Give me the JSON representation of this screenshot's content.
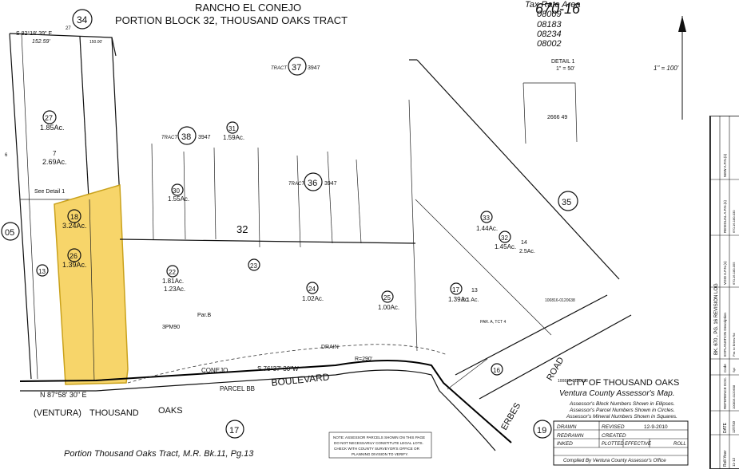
{
  "header": {
    "line1": "RANCHO EL CONEJO",
    "line2": "PORTION BLOCK 32, THOUSAND OAKS TRACT",
    "page_number": "670-16",
    "tax_rate_area_label": "Tax Rate Area",
    "tax_rate_areas": [
      "08009",
      "08183",
      "08234",
      "08002"
    ],
    "scale": "1\" = 100'"
  },
  "detail": {
    "title": "DETAIL 1",
    "scale": "1\" = 50'",
    "see_detail": "See Detail 1"
  },
  "blocks": [
    {
      "id": "34"
    },
    {
      "id": "37"
    },
    {
      "id": "38"
    },
    {
      "id": "36"
    },
    {
      "id": "35"
    },
    {
      "id": "05"
    },
    {
      "id": "17"
    },
    {
      "id": "19"
    }
  ],
  "tracts": [
    {
      "label": "TRACT",
      "number": "3947"
    },
    {
      "label": "TRACT",
      "number": "3947"
    },
    {
      "label": "TRACT",
      "number": "3947"
    }
  ],
  "parcels": [
    {
      "id": "27",
      "acres": "1.85Ac."
    },
    {
      "id": "7",
      "acres": "2.69Ac."
    },
    {
      "id": "18",
      "acres": "3.24Ac."
    },
    {
      "id": "26",
      "acres": "1.39Ac."
    },
    {
      "id": "13",
      "acres": ""
    },
    {
      "id": "30",
      "acres": "1.55Ac."
    },
    {
      "id": "31",
      "acres": "1.59Ac."
    },
    {
      "id": "22",
      "acres": "1.81Ac."
    },
    {
      "id": "",
      "acres": "1.23Ac."
    },
    {
      "id": "23",
      "acres": ""
    },
    {
      "id": "24",
      "acres": "1.02Ac."
    },
    {
      "id": "25",
      "acres": "1.00Ac."
    },
    {
      "id": "17",
      "acres": "1.39Ac."
    },
    {
      "id": "13",
      "acres": "2.1 Ac."
    },
    {
      "id": "33",
      "acres": "1.44Ac."
    },
    {
      "id": "32",
      "acres": "1.45Ac."
    },
    {
      "id": "14",
      "acres": "2.5Ac."
    },
    {
      "id": "16",
      "acres": ""
    }
  ],
  "labels": {
    "block_32": "32",
    "pm": "3PM90",
    "par_b": "Par.B",
    "conejo": "CONEJO",
    "parcel_bb": "PARCEL BB",
    "boulevard": "BOULEVARD",
    "ventura": "(VENTURA)",
    "thousand": "THOUSAND",
    "oaks": "OAKS",
    "erbes": "ERBES",
    "road": "ROAD",
    "drain": "DRAIN",
    "ref_2666": "2666 49",
    "bearing_south": "N 87°58' 30\" E",
    "bearing_blvd": "S 76°37' 30\"W",
    "dist_1": "152.59'",
    "dist_2": "150.00'",
    "bearing_top": "S 82°18' 39\" E",
    "id_27": "27",
    "misc_6": "6",
    "doc_1": "100816-0120638",
    "doc_2": "100816-0120638",
    "par_a": "PAR. A, TCT 4",
    "curve_r": "R=290'"
  },
  "footer": {
    "portion": "Portion Thousand Oaks Tract, M.R. Bk.11, Pg.13",
    "note": [
      "NOTE: ASSESSOR PARCELS SHOWN ON THIS PAGE",
      "DO NOT NECESSARILY CONSTITUTE LEGAL LOTS.",
      "CHECK WITH COUNTY SURVEYOR'S OFFICE OR",
      "PLANNING DIVISION TO VERIFY."
    ]
  },
  "legend": {
    "city": "CITY OF THOUSAND OAKS",
    "county": "Ventura County Assessor's Map.",
    "lines": [
      "Assessor's Block Numbers Shown in Ellipses.",
      "Assessor's Parcel Numbers Shown in Circles.",
      "Assessor's Mineral Numbers Shown in Squares."
    ],
    "table": [
      {
        "label": "DRAWN",
        "value": ""
      },
      {
        "label": "REVISED",
        "value": "12-9-2010"
      },
      {
        "label": "REDRAWN",
        "value": ""
      },
      {
        "label": "CREATED",
        "value": ""
      },
      {
        "label": "INKED",
        "value": ""
      },
      {
        "label": "PLOTTED",
        "value": ""
      },
      {
        "label": "EFFECTIVE",
        "value": ""
      },
      {
        "label": "ROLL",
        "value": ""
      }
    ],
    "compiled": "Compiled By Ventura County Assessor's Office"
  },
  "revision_log": {
    "header": "BK. 670 , PG. 16   REVISION LOG",
    "columns": [
      "Roll-Year",
      "DATE",
      "REFERENCE DOC.",
      "Code",
      "EXPLANATION Description",
      "VOID A.P.N.(s)",
      "RESIDUAL A.P.N.(s)",
      "NEW A.P.N.(s)"
    ],
    "row": [
      "11-12",
      "12/7/10",
      "100816-0120638",
      "Spl",
      "Par. to Erbes Rd",
      "670-16-180-055",
      "670-16-180-030",
      ""
    ]
  },
  "colors": {
    "highlight": "#f7d56a",
    "highlight_stroke": "#caa21c",
    "ink": "#111111"
  }
}
